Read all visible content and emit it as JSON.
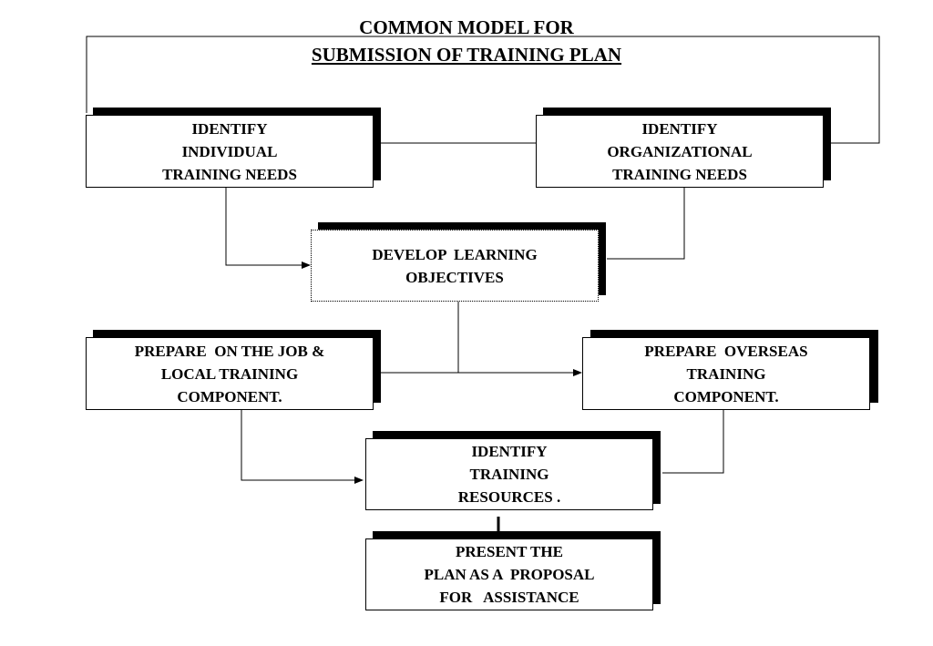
{
  "title": {
    "line1": "COMMON MODEL FOR",
    "line2": "SUBMISSION OF TRAINING PLAN"
  },
  "boxes": {
    "individual": [
      "IDENTIFY",
      "INDIVIDUAL",
      "TRAINING NEEDS"
    ],
    "organizational": [
      "IDENTIFY",
      "ORGANIZATIONAL",
      "TRAINING NEEDS"
    ],
    "objectives": [
      "DEVELOP  LEARNING",
      "OBJECTIVES"
    ],
    "local": [
      "PREPARE  ON THE JOB &",
      "LOCAL TRAINING",
      "COMPONENT."
    ],
    "overseas": [
      "PREPARE  OVERSEAS",
      "TRAINING",
      "COMPONENT."
    ],
    "resources": [
      "IDENTIFY",
      "TRAINING",
      "RESOURCES ."
    ],
    "proposal": [
      "PRESENT THE",
      "PLAN AS A  PROPOSAL",
      "FOR   ASSISTANCE"
    ]
  }
}
